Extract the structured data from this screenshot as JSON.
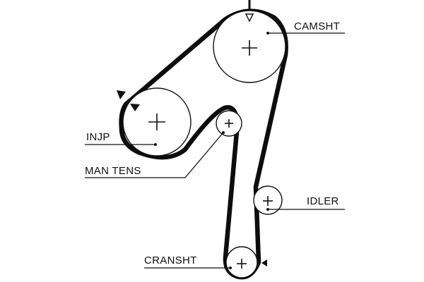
{
  "diagram": {
    "labels": {
      "camshaft": "CAMSHT",
      "injection_pump": "INJP",
      "manual_tensioner": "MAN TENS",
      "idler": "IDLER",
      "crankshaft": "CRANSHT"
    }
  }
}
